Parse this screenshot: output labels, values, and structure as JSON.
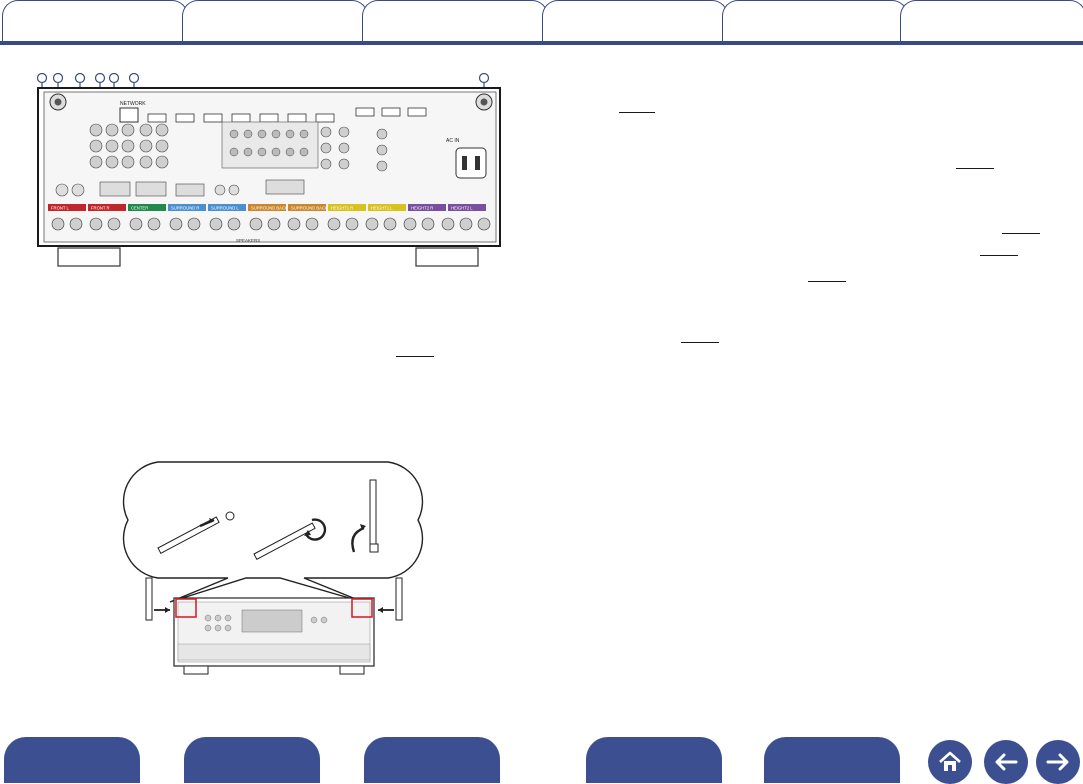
{
  "tabs": [
    "",
    "",
    "",
    "",
    "",
    ""
  ],
  "nav": {
    "buttons": [
      "",
      "",
      "",
      "",
      ""
    ],
    "home_icon": "home-icon",
    "back_icon": "arrow-left-icon",
    "forward_icon": "arrow-right-icon"
  },
  "panel": {
    "zone_labels": [
      "FRONT L",
      "FRONT R",
      "CENTER",
      "SURROUND R",
      "SURROUND L",
      "SURROUND BACK R",
      "SURROUND BACK L",
      "HEIGHT1 R",
      "HEIGHT1 L",
      "HEIGHT2 R",
      "HEIGHT2 L"
    ],
    "zone_colors": [
      "#c0272d",
      "#c0272d",
      "#1f8a4c",
      "#4a8fcf",
      "#4a8fcf",
      "#c9862a",
      "#c9862a",
      "#d8c21e",
      "#d8c21e",
      "#7a4fa0",
      "#7a4fa0"
    ],
    "network_label": "NETWORK",
    "ac_label": "AC IN",
    "speakers_label": "SPEAKERS"
  },
  "colors": {
    "accent": "#3a4a82",
    "nav_fill": "#3b4f91",
    "highlight": "#d9232e"
  }
}
